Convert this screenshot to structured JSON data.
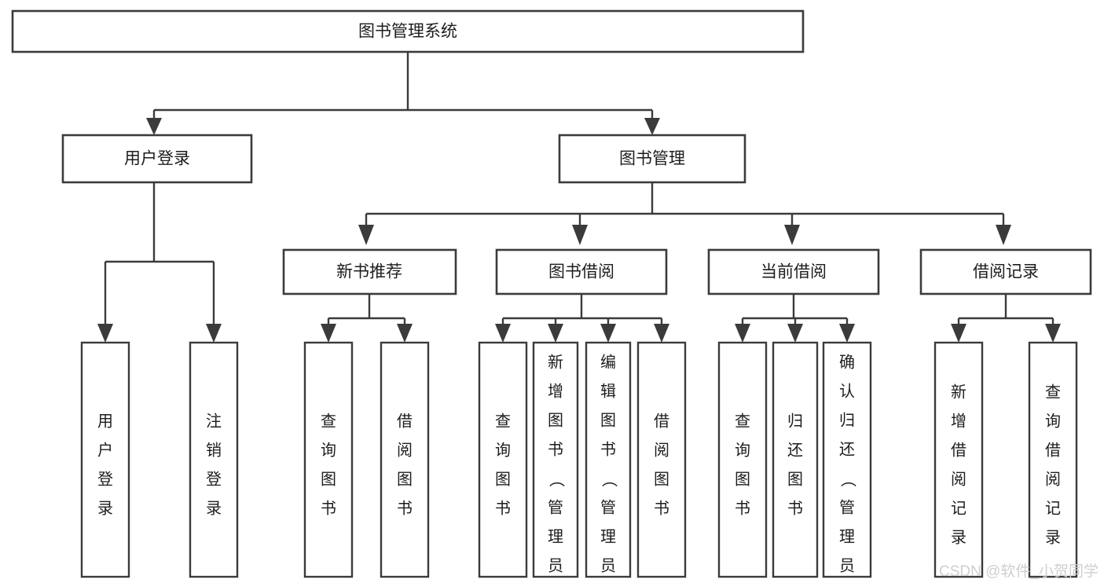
{
  "diagram": {
    "title": "图书管理系统",
    "orientation": "top-down",
    "root": {
      "id": "root",
      "label": "图书管理系统",
      "orientation": "horizontal"
    },
    "level2": [
      {
        "id": "user-login",
        "label": "用户登录",
        "orientation": "horizontal"
      },
      {
        "id": "book-manage",
        "label": "图书管理",
        "orientation": "horizontal"
      }
    ],
    "level3": [
      {
        "id": "new-book-rec",
        "label": "新书推荐",
        "orientation": "horizontal",
        "parent": "book-manage"
      },
      {
        "id": "book-borrow",
        "label": "图书借阅",
        "orientation": "horizontal",
        "parent": "book-manage"
      },
      {
        "id": "current-borrow",
        "label": "当前借阅",
        "orientation": "horizontal",
        "parent": "book-manage"
      },
      {
        "id": "borrow-record",
        "label": "借阅记录",
        "orientation": "horizontal",
        "parent": "book-manage"
      }
    ],
    "leaves": [
      {
        "id": "leaf-user-login",
        "label": "用户登录",
        "orientation": "vertical",
        "parent": "user-login"
      },
      {
        "id": "leaf-logout",
        "label": "注销登录",
        "orientation": "vertical",
        "parent": "user-login"
      },
      {
        "id": "leaf-query-book-1",
        "label": "查询图书",
        "orientation": "vertical",
        "parent": "new-book-rec"
      },
      {
        "id": "leaf-borrow-book-1",
        "label": "借阅图书",
        "orientation": "vertical",
        "parent": "new-book-rec"
      },
      {
        "id": "leaf-query-book-2",
        "label": "查询图书",
        "orientation": "vertical",
        "parent": "book-borrow"
      },
      {
        "id": "leaf-add-book",
        "label": "新增图书（管理员）",
        "orientation": "vertical",
        "parent": "book-borrow"
      },
      {
        "id": "leaf-edit-book",
        "label": "编辑图书（管理员）",
        "orientation": "vertical",
        "parent": "book-borrow"
      },
      {
        "id": "leaf-borrow-book-2",
        "label": "借阅图书",
        "orientation": "vertical",
        "parent": "book-borrow"
      },
      {
        "id": "leaf-query-book-3",
        "label": "查询图书",
        "orientation": "vertical",
        "parent": "current-borrow"
      },
      {
        "id": "leaf-return-book",
        "label": "归还图书",
        "orientation": "vertical",
        "parent": "current-borrow"
      },
      {
        "id": "leaf-confirm-return",
        "label": "确认归还（管理员）",
        "orientation": "vertical",
        "parent": "current-borrow"
      },
      {
        "id": "leaf-add-record",
        "label": "新增借阅记录",
        "orientation": "vertical",
        "parent": "borrow-record"
      },
      {
        "id": "leaf-query-record",
        "label": "查询借阅记录",
        "orientation": "vertical",
        "parent": "borrow-record"
      }
    ]
  },
  "watermark": {
    "text": "CSDN @软件_小贺同学"
  },
  "colors": {
    "stroke": "#3b3b3b",
    "fill": "#ffffff",
    "text": "#1d1d1d",
    "watermark": "#cfcfcf"
  }
}
